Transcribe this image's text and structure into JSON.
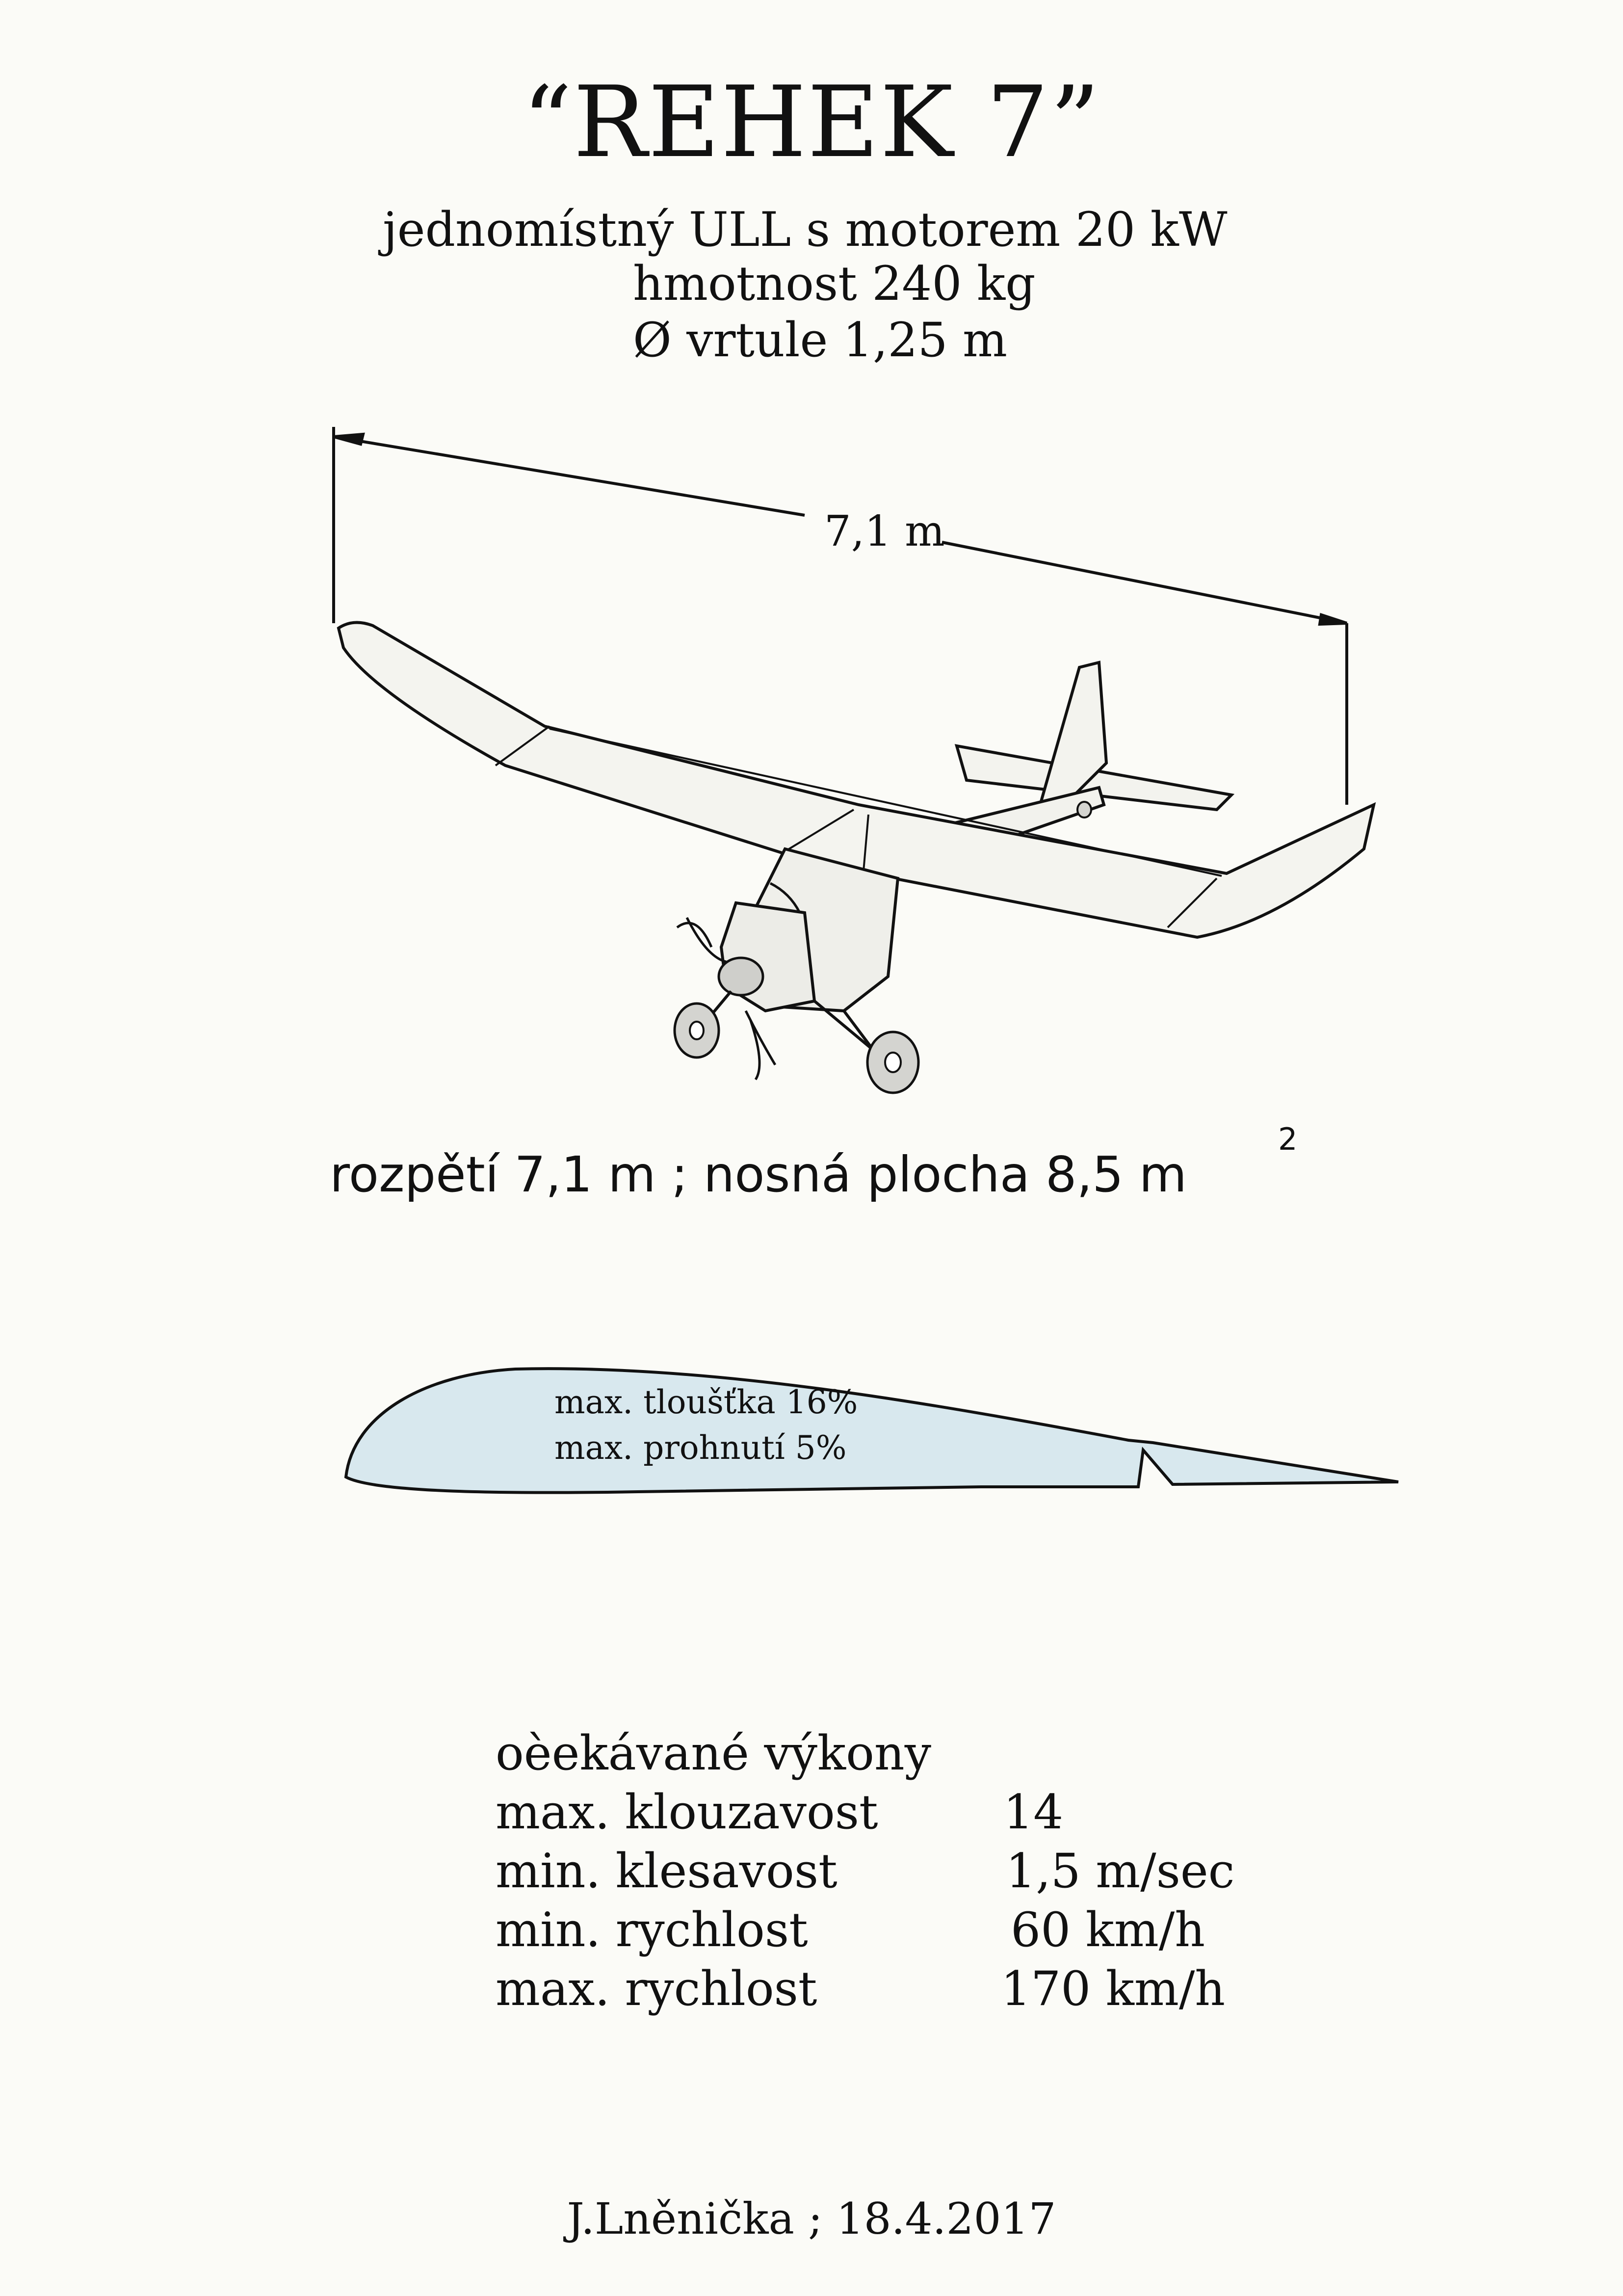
{
  "header": {
    "title": "“REHEK 7”",
    "line1": "jednomístný  ULL  s motorem 20 kW",
    "line2": "hmotnost   240 kg",
    "line3": "Ø vrtule 1,25 m"
  },
  "drawing": {
    "span_label": "7,1 m"
  },
  "specs": {
    "text": "rozpětí   7,1 m ; nosná plocha     8,5 m",
    "superscript": "2"
  },
  "airfoil": {
    "thickness": "max. tloušťka 16%",
    "camber": "max. prohnutí 5%",
    "fill_color": "#d8e8ee"
  },
  "performance": {
    "heading": "oèekávané  výkony",
    "rows": [
      {
        "label": "max. klouzavost",
        "value": "14"
      },
      {
        "label": "min. klesavost",
        "value": "1,5 m/sec"
      },
      {
        "label": "min. rychlost",
        "value": "60 km/h"
      },
      {
        "label": "max. rychlost",
        "value": "170 km/h"
      }
    ]
  },
  "signature": "J.Lněnička ; 18.4.2017"
}
